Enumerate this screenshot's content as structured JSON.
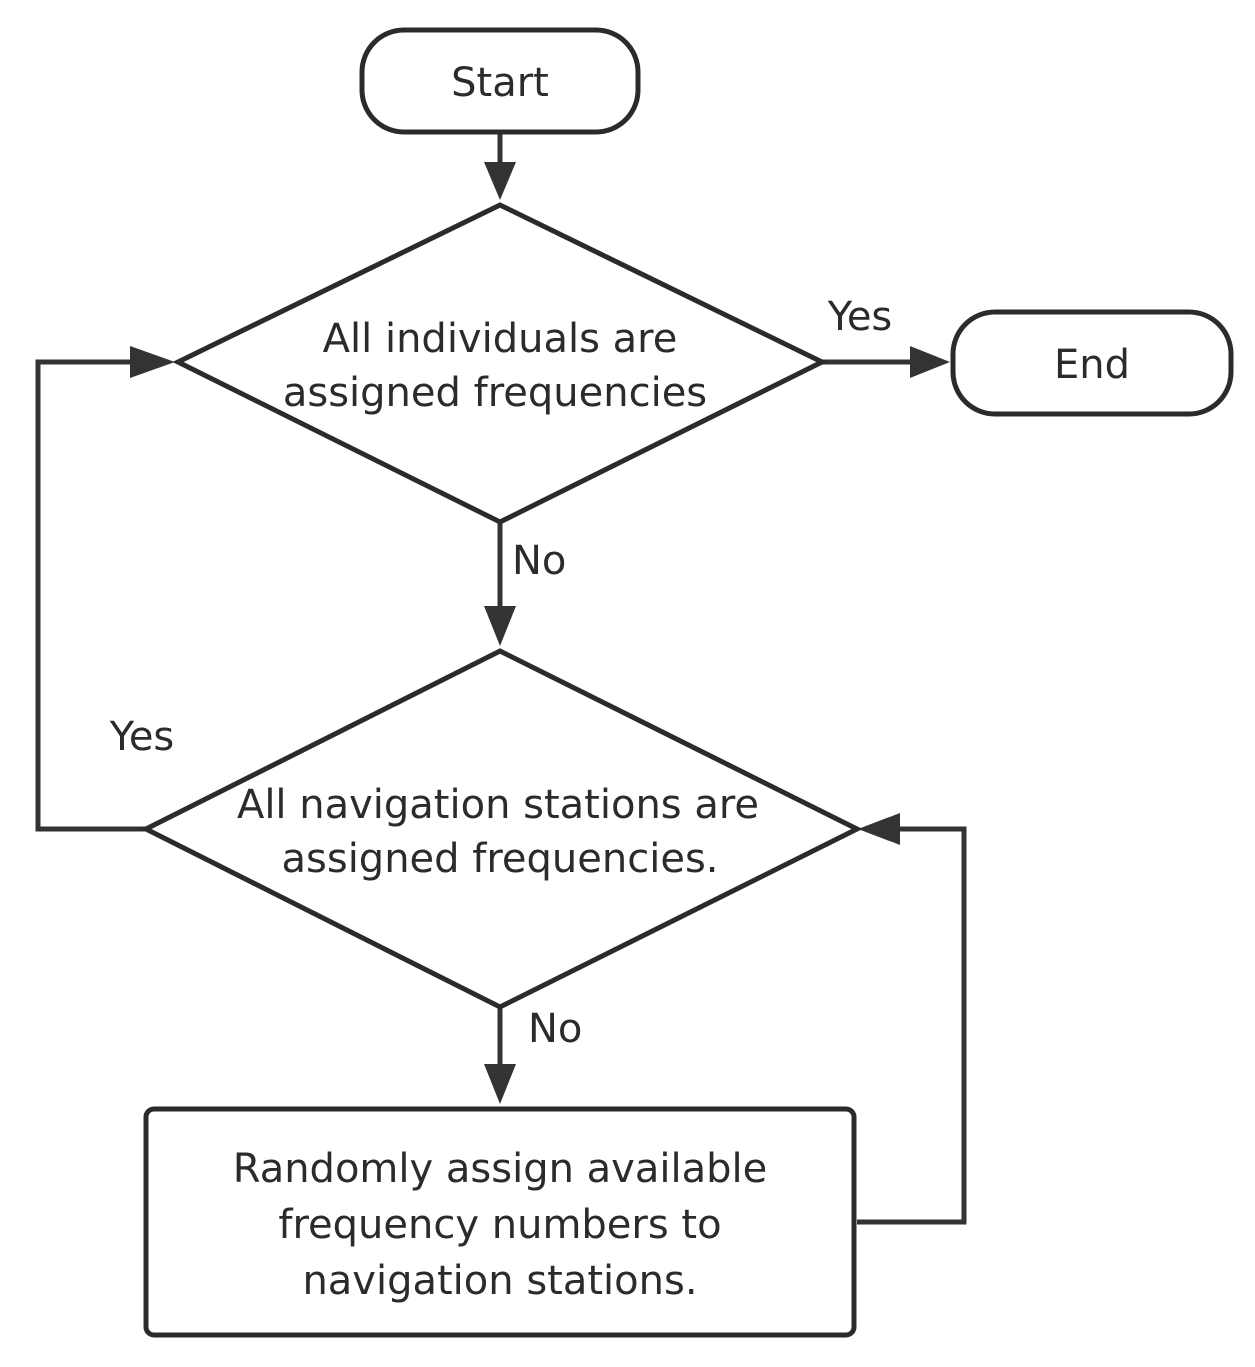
{
  "diagram": {
    "nodes": {
      "start": {
        "label": "Start"
      },
      "end": {
        "label": "End"
      },
      "decision_individuals": {
        "lines": [
          "All individuals are",
          "assigned frequencies"
        ]
      },
      "decision_stations": {
        "lines": [
          "All navigation stations are",
          "assigned frequencies."
        ]
      },
      "process_assign": {
        "lines": [
          "Randomly assign available",
          "frequency numbers to",
          "navigation stations."
        ]
      }
    },
    "edges": {
      "individuals_yes": "Yes",
      "individuals_no": "No",
      "stations_yes": "Yes",
      "stations_no": "No"
    },
    "colors": {
      "stroke": "#2b2b2b",
      "arrow": "#333333",
      "fill": "#ffffff"
    }
  }
}
